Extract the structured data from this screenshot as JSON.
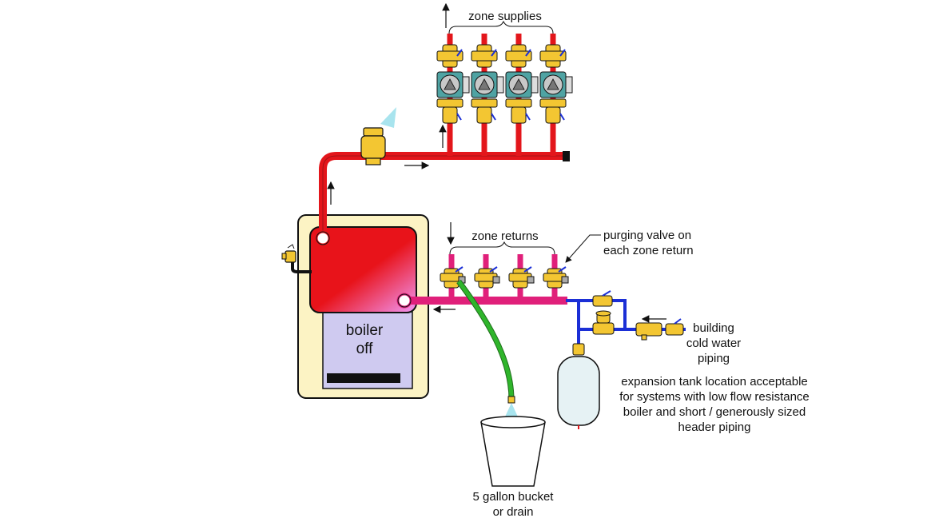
{
  "labels": {
    "zone_supplies": "zone supplies",
    "zone_returns": "zone returns",
    "purging_valve_line1": "purging valve on",
    "purging_valve_line2": "each zone return",
    "boiler_line1": "boiler",
    "boiler_line2": "off",
    "cold_water_line1": "building",
    "cold_water_line2": "cold water",
    "cold_water_line3": "piping",
    "tank_note_line1": "expansion tank location acceptable",
    "tank_note_line2": "for systems with low flow resistance",
    "tank_note_line3": "boiler and short / generously sized",
    "tank_note_line4": "header piping",
    "bucket_line1": "5 gallon bucket",
    "bucket_line2": "or drain"
  },
  "colors": {
    "supply_pipe": "#e3161b",
    "return_pipe": "#e0207a",
    "cold_water_pipe": "#1b2fd6",
    "drain_hose": "#2fb52b",
    "boiler_jacket": "#fcf3c4",
    "boiler_combustion_chamber": "#cfcaf0",
    "brass": "#f3c632",
    "circulator": "#4fa3a3"
  },
  "icons": [
    "air-vent-icon",
    "circulator-icon",
    "isolation-valve-icon",
    "purge-valve-icon",
    "relief-valve-icon",
    "pressure-reducing-valve-icon",
    "backflow-preventer-icon",
    "expansion-tank-icon",
    "bucket-icon",
    "flow-arrow-icon"
  ]
}
